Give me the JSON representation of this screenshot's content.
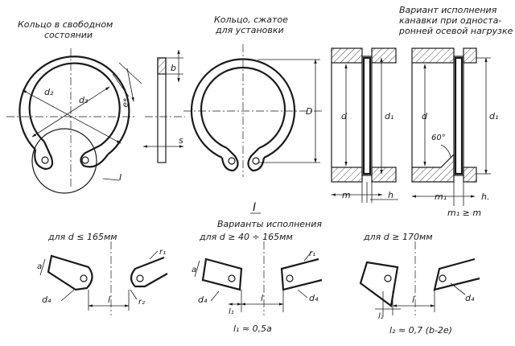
{
  "headers": {
    "free_state_line1": "Кольцо в свободном",
    "free_state_line2": "состоянии",
    "compressed_line1": "Кольцо, сжатое",
    "compressed_line2": "для установки",
    "variant_line1": "Вариант исполнения",
    "variant_line2": "канавки при односта-",
    "variant_line3": "ронней осевой нагрузке"
  },
  "labels": {
    "d2": "d₂",
    "d3": "d₃",
    "e_star": "e*",
    "b": "b",
    "s": "s",
    "callout_I": "I",
    "D": "D",
    "d": "d",
    "d1": "d₁",
    "m": "m",
    "h": "h",
    "m1": "m₁",
    "h_dot": "h.",
    "m1_ge_m": "m₁ ≥ m",
    "angle_60": "60°",
    "view_I": "I",
    "variants_title": "Варианты исполнения",
    "a": "a",
    "d4": "d₄",
    "l": "l",
    "r1": "r₁",
    "r2": "r₂",
    "l1": "l₁",
    "l2": "l₂"
  },
  "variants": [
    {
      "condition": "для  d ≤ 165мм"
    },
    {
      "condition": "для  d ≥ 40  ÷ 165мм",
      "formula": "l₁ ≈ 0,5a"
    },
    {
      "condition": "для  d  ≥  170мм",
      "formula": "l₂ ≈ 0,7 (b-2e)"
    }
  ]
}
